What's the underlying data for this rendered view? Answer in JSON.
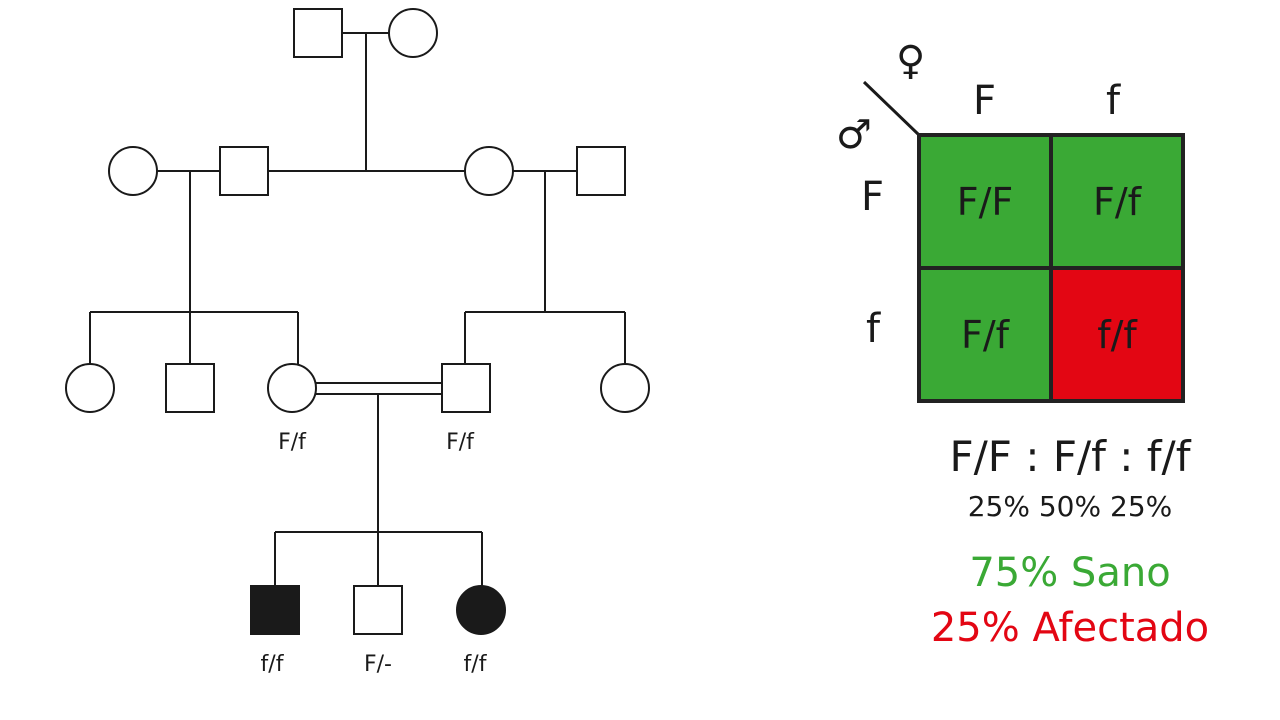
{
  "pedigree": {
    "labels": {
      "gen3_mother": "F/f",
      "gen3_father": "F/f",
      "child_1": "f/f",
      "child_2": "F/-",
      "child_3": "f/f"
    }
  },
  "punnett": {
    "female_symbol": "♀",
    "male_symbol": "♂",
    "female_alleles": [
      "F",
      "f"
    ],
    "male_alleles": [
      "F",
      "f"
    ],
    "cells": [
      {
        "genotype": "F/F",
        "color": "#3aa935"
      },
      {
        "genotype": "F/f",
        "color": "#3aa935"
      },
      {
        "genotype": "F/f",
        "color": "#3aa935"
      },
      {
        "genotype": "f/f",
        "color": "#e30613"
      }
    ]
  },
  "ratio": {
    "genotypes": "F/F : F/f : f/f",
    "percentages": "25% 50% 25%"
  },
  "results": {
    "healthy": "75% Sano",
    "healthy_color": "#3aa935",
    "affected": "25% Afectado",
    "affected_color": "#e30613"
  }
}
